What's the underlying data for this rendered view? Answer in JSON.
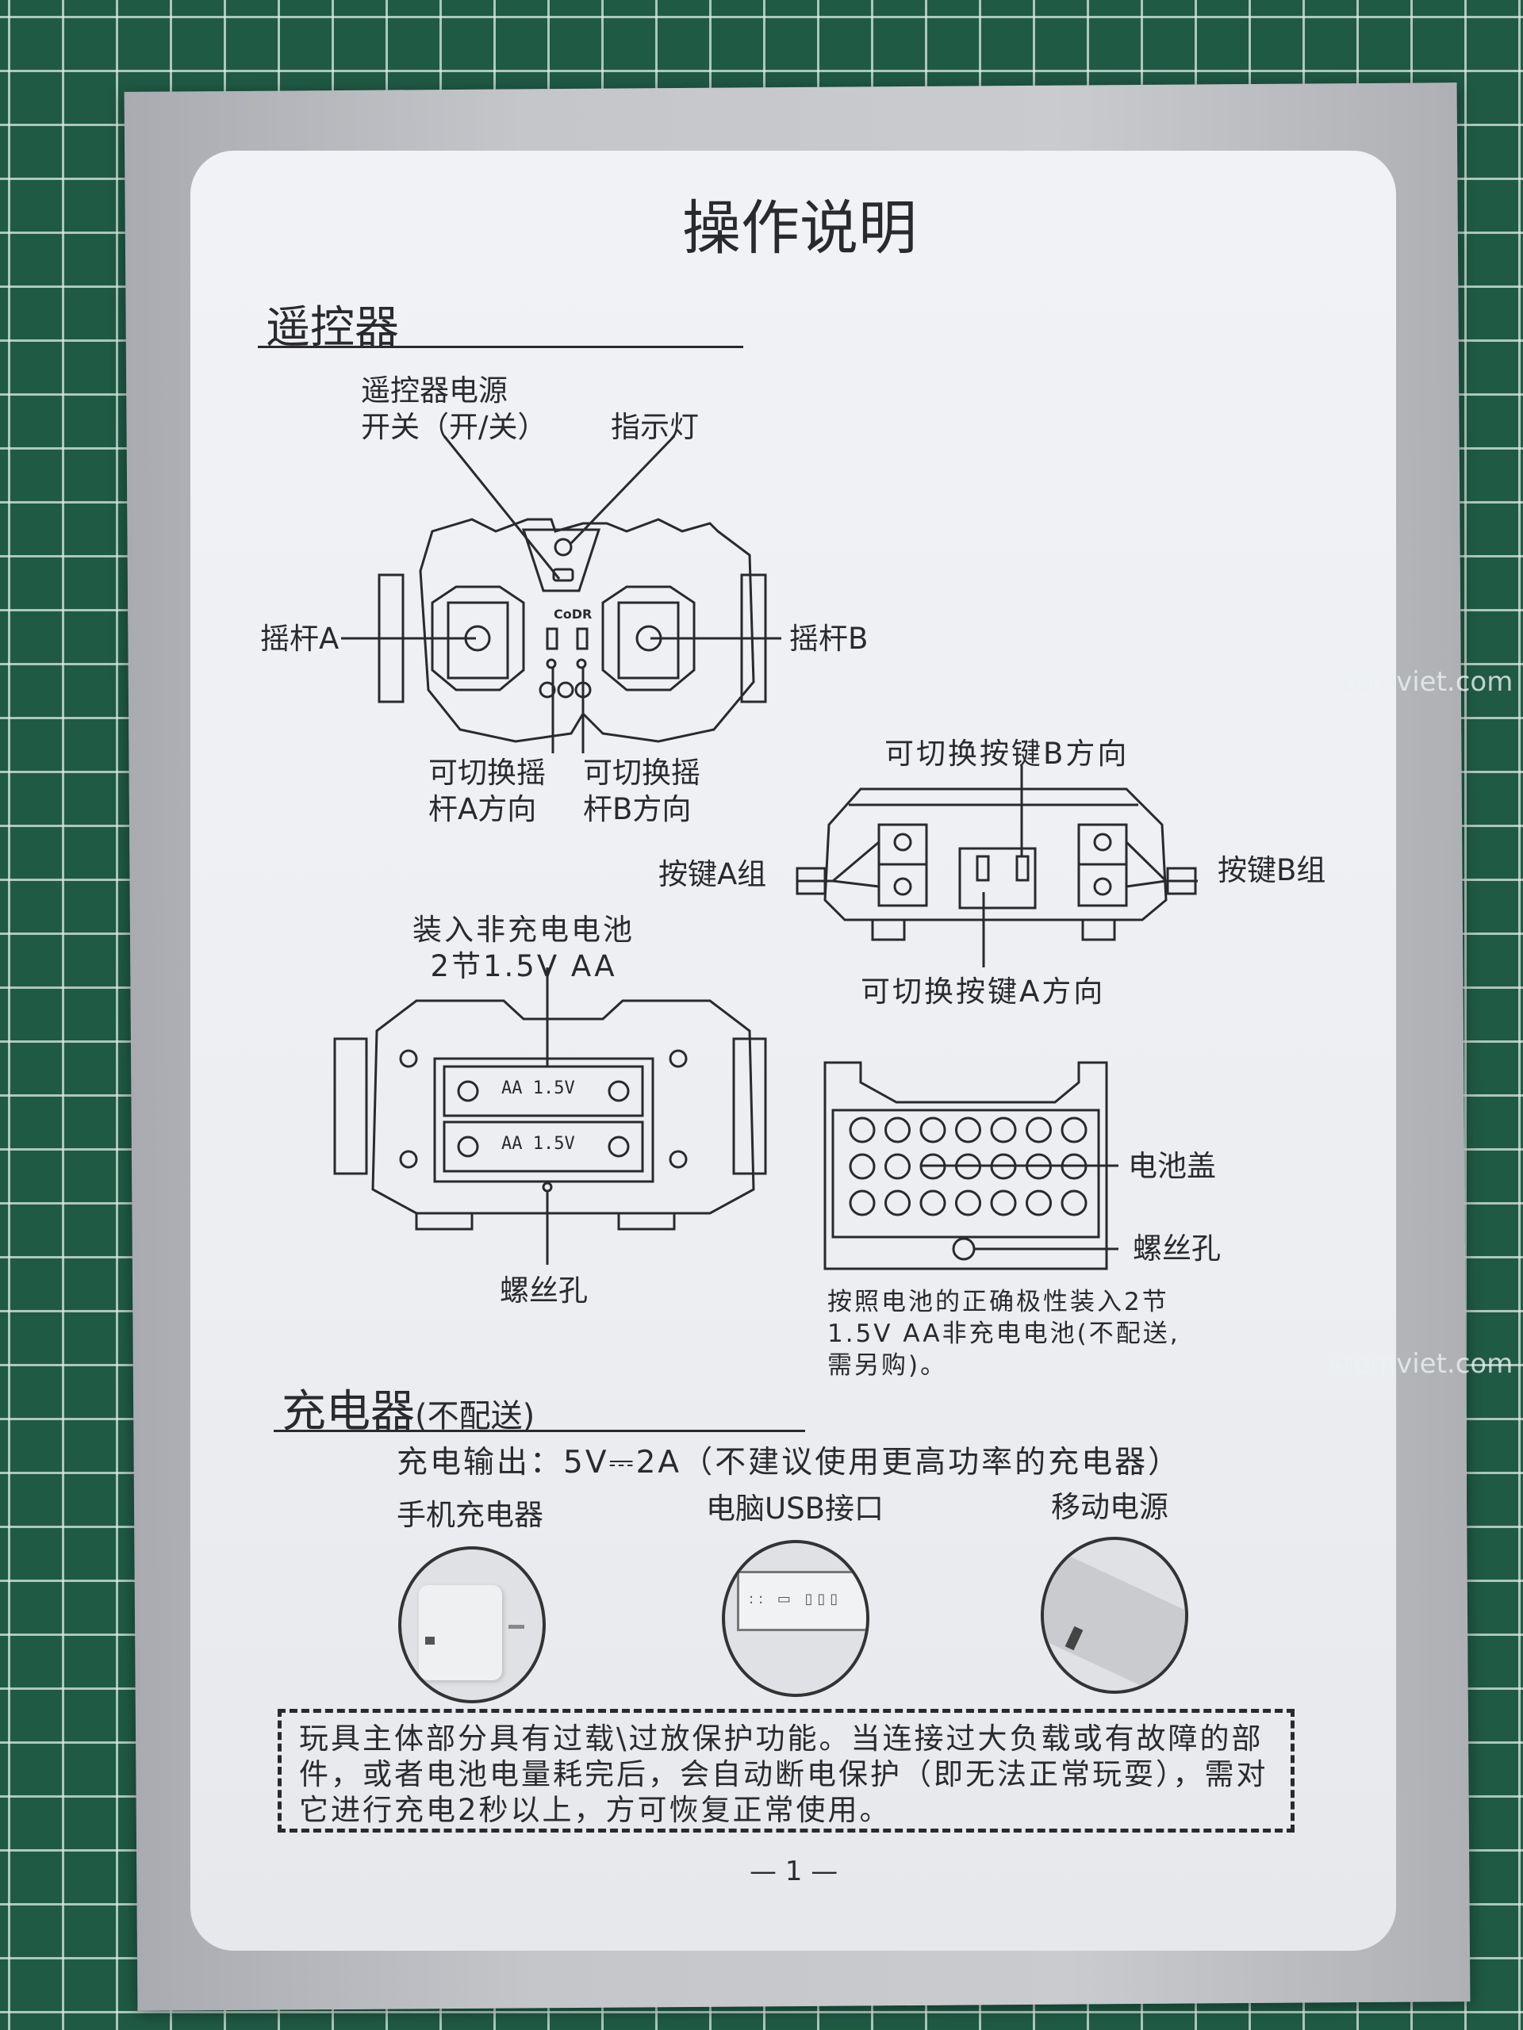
{
  "document": {
    "title": "操作说明",
    "page_number": "— 1 —",
    "watermark": "stemviet.com"
  },
  "remote_section": {
    "heading": "遥控器",
    "power_switch_label_line1": "遥控器电源",
    "power_switch_label_line2": "开关（开/关）",
    "indicator_label": "指示灯",
    "stick_a_label": "摇杆A",
    "stick_b_label": "摇杆B",
    "stick_a_dir_line1": "可切换摇",
    "stick_a_dir_line2": "杆A方向",
    "stick_b_dir_line1": "可切换摇",
    "stick_b_dir_line2": "杆B方向",
    "button_b_dir_label": "可切换按键B方向",
    "button_a_dir_label": "可切换按键A方向",
    "button_a_group_label": "按键A组",
    "button_b_group_label": "按键B组",
    "battery_label_line1": "装入非充电电池",
    "battery_label_line2": "2节1.5V AA",
    "battery_text": "AA 1.5V",
    "screw_hole_label": "螺丝孔",
    "battery_cover_label": "电池盖",
    "cover_screw_hole_label": "螺丝孔",
    "battery_note": [
      "按照电池的正确极性装入2节",
      "1.5V AA非充电电池(不配送,",
      "需另购)。"
    ]
  },
  "charger_section": {
    "heading": "充电器",
    "heading_note": "(不配送)",
    "output_text": "充电输出：5V⎓2A（不建议使用更高功率的充电器）",
    "options": [
      {
        "label": "手机充电器",
        "icon": "phone-charger"
      },
      {
        "label": "电脑USB接口",
        "icon": "computer-usb-port"
      },
      {
        "label": "移动电源",
        "icon": "power-bank"
      }
    ],
    "warning": "玩具主体部分具有过载\\过放保护功能。当连接过大负载或有故障的部件，或者电池电量耗完后，会自动断电保护（即无法正常玩耍），需对它进行充电2秒以上，方可恢复正常使用。"
  }
}
